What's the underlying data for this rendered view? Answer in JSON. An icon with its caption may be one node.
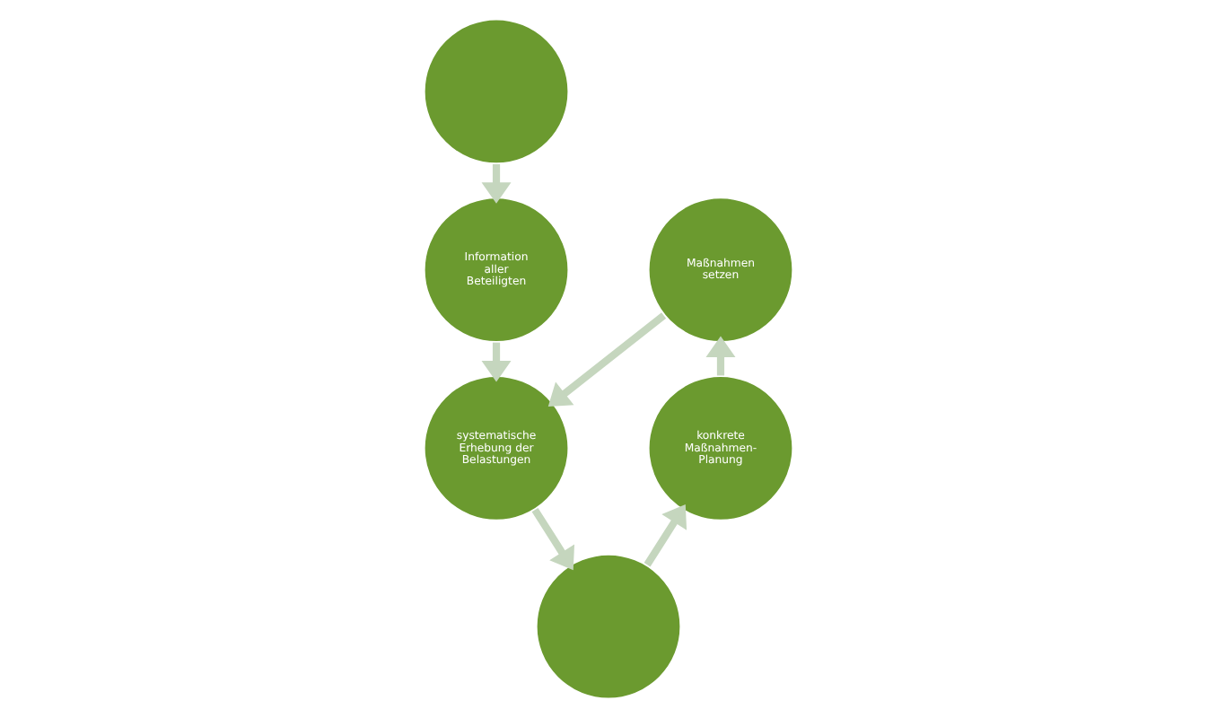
{
  "diagram": {
    "nodes": [
      {
        "text": [],
        "shape": "circle"
      },
      {
        "text": [
          "Information aller Beteiligten"
        ]
      },
      {
        "text": [
          "Maßnahmen setzen"
        ]
      },
      {
        "text": [
          "konkrete Maßnahmen-Planung"
        ]
      },
      {
        "text": [
          "systematische Erhebung der Belastungen"
        ]
      },
      {
        "text": [],
        "shape": "circle"
      }
    ],
    "edges": [
      {
        "from": 0,
        "to": 1,
        "arrow": "to"
      },
      {
        "from": 1,
        "to": 4,
        "arrow": "to"
      },
      {
        "from": 4,
        "to": 5,
        "arrow": "to"
      },
      {
        "from": 5,
        "to": 3,
        "arrow": "to"
      },
      {
        "from": 3,
        "to": 2,
        "arrow": "to"
      },
      {
        "from": 2,
        "to": 4,
        "arrow": "to"
      }
    ]
  }
}
